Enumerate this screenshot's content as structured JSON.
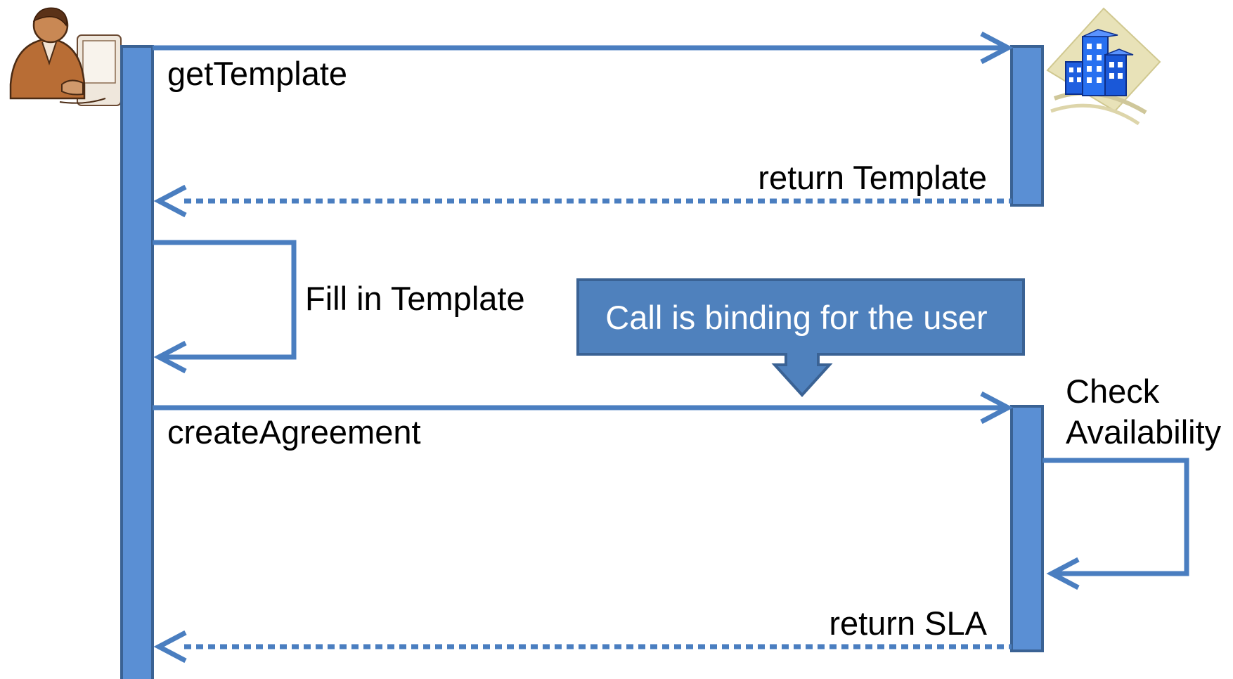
{
  "diagram": {
    "actors": [
      {
        "icon": "businessman-at-computer-icon"
      },
      {
        "icon": "office-buildings-icon"
      }
    ],
    "messages": {
      "get_template": "getTemplate",
      "return_template": "return Template",
      "fill_in_template": "Fill in Template",
      "create_agreement": "createAgreement",
      "check_availability_line1": "Check",
      "check_availability_line2": "Availability",
      "return_sla": "return SLA"
    },
    "callout": {
      "text": "Call is binding for the user"
    },
    "colors": {
      "bar_fill": "#5a8fd4",
      "bar_stroke": "#3a6294",
      "arrow": "#4a7ec0",
      "callout_fill": "#4f81bd",
      "callout_stroke": "#3a6294"
    }
  }
}
